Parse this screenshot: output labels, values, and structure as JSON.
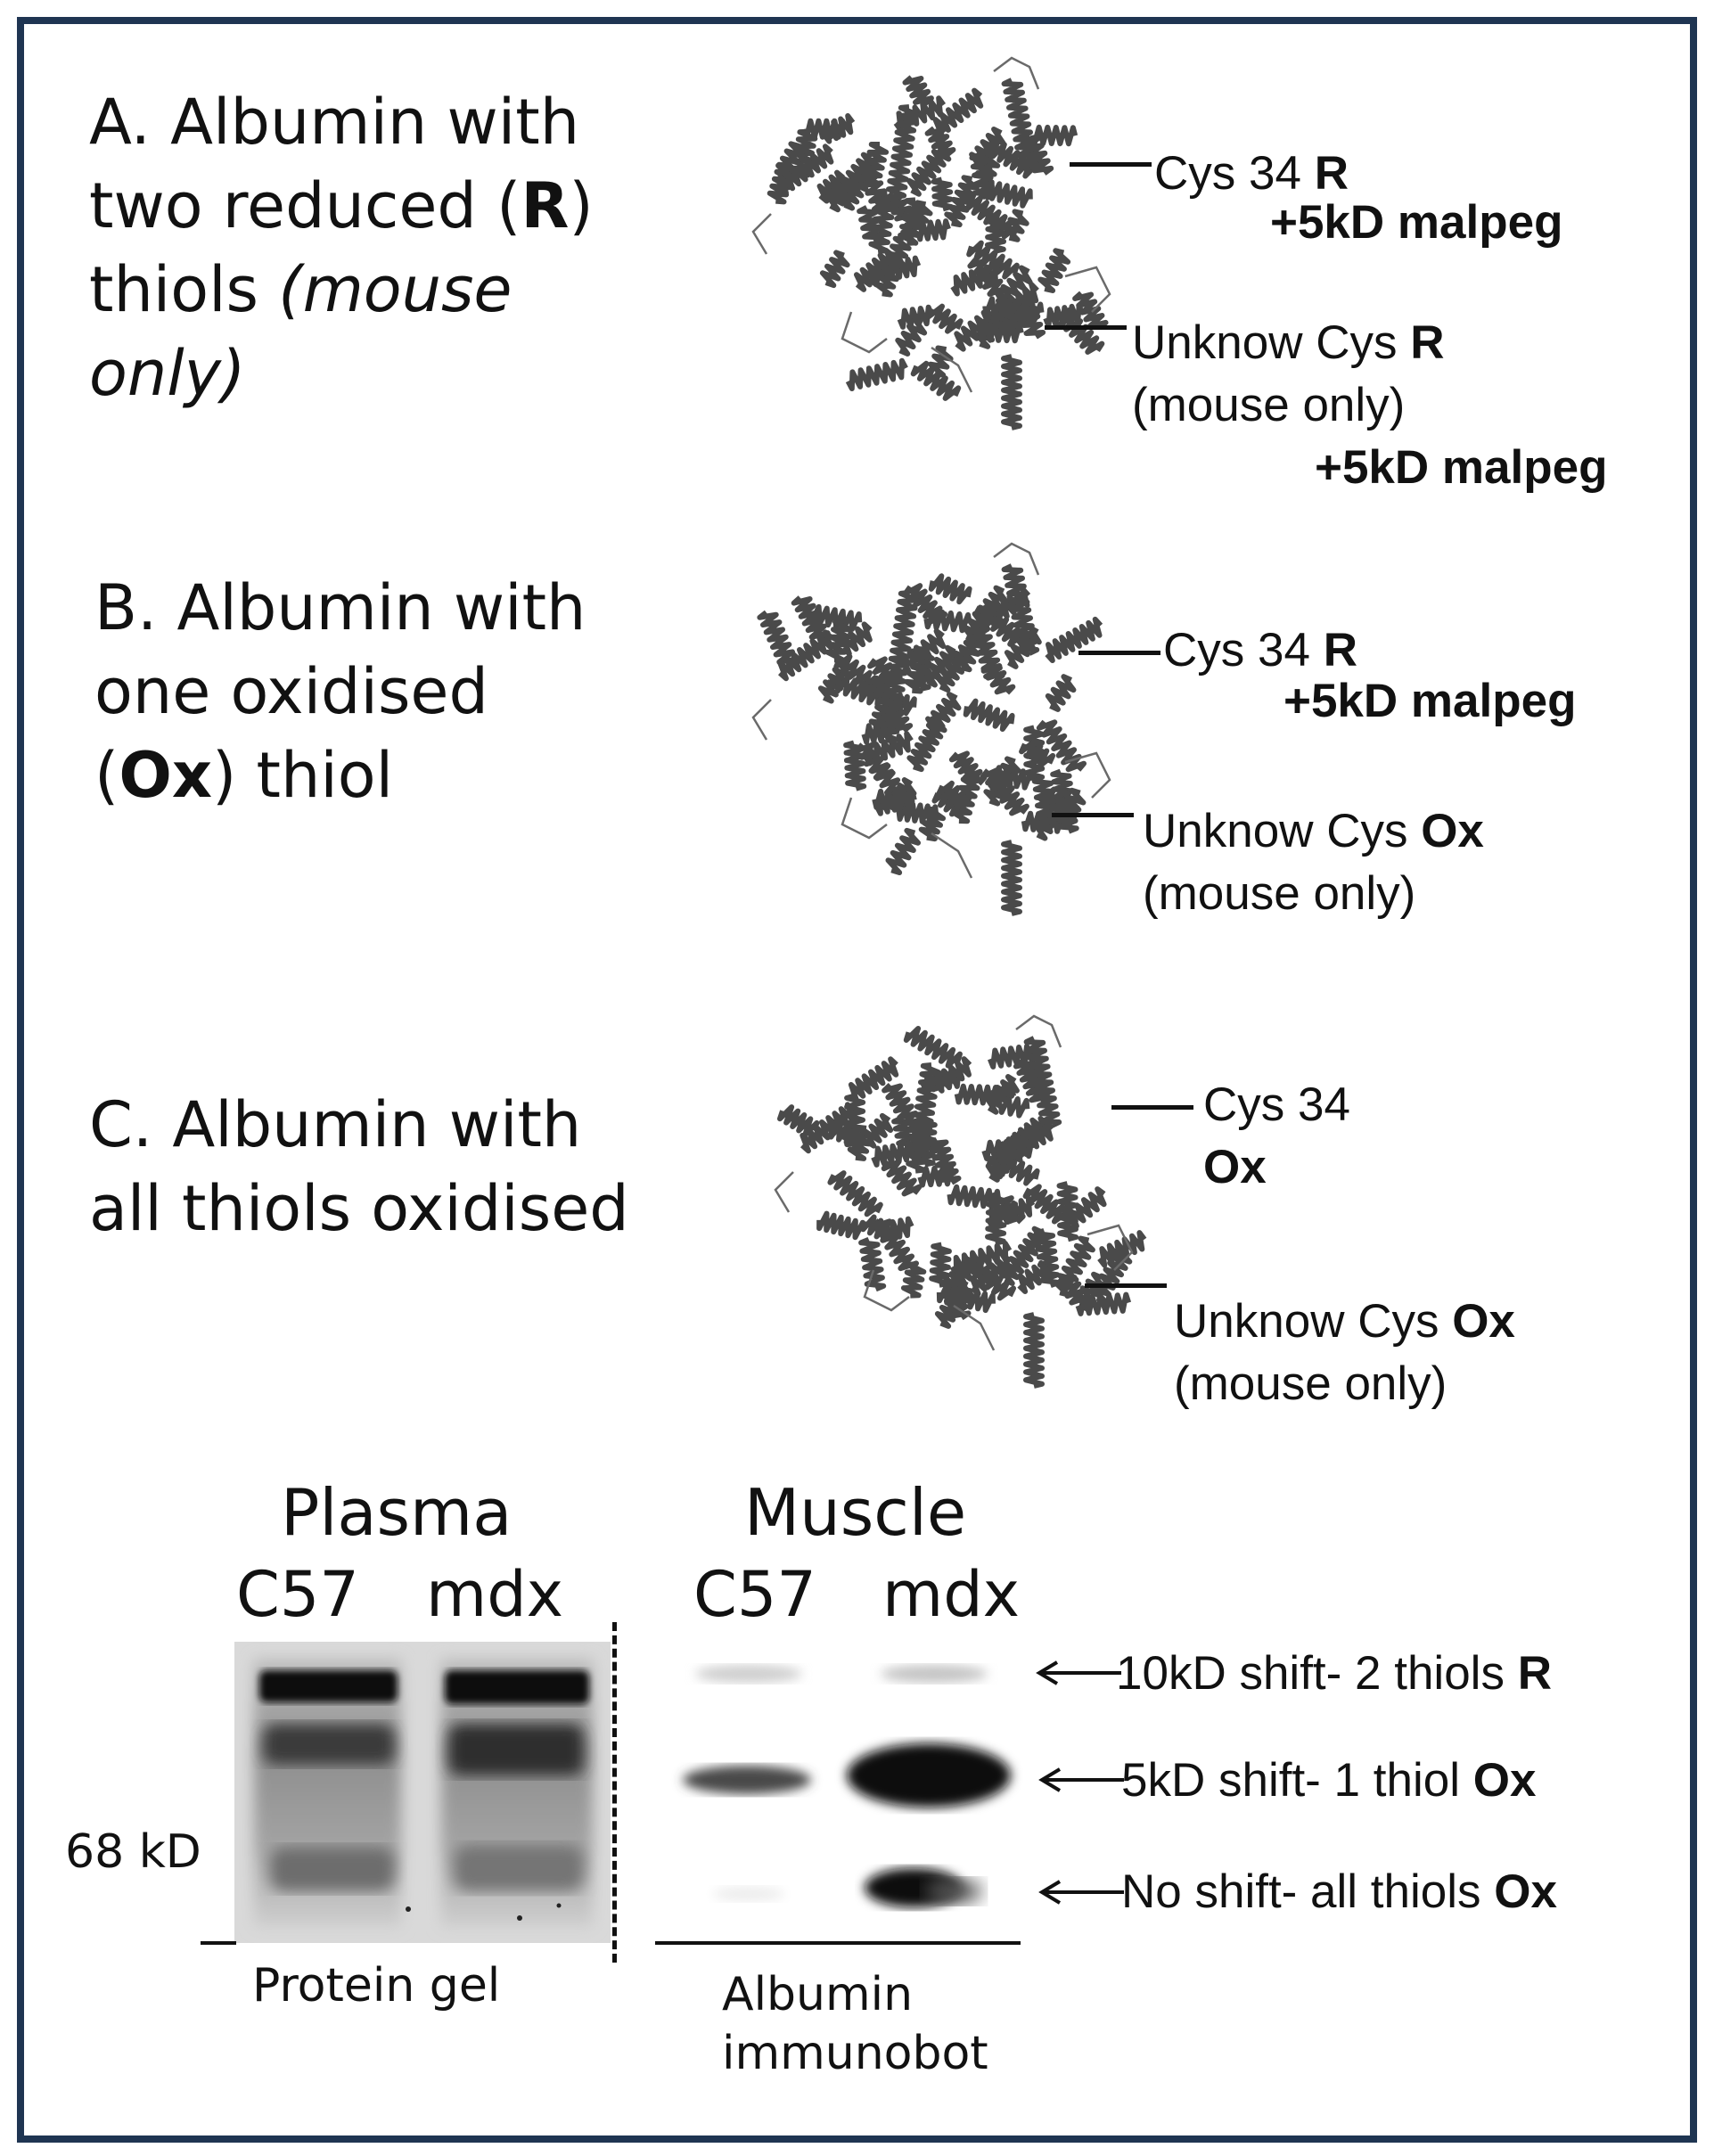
{
  "panel_a": {
    "title_pre": "A. Albumin with",
    "title_line2_pre": "two reduced (",
    "title_line2_bold": "R",
    "title_line2_post": ")",
    "title_line3_pre": "thiols ",
    "title_line3_italic": "(mouse",
    "title_line4_italic": "only)",
    "cys34_text": "Cys 34 ",
    "cys34_state": "R",
    "cys34_add": "+5kD malpeg",
    "unknown_text": "Unknow Cys ",
    "unknown_state": "R",
    "unknown_note": "(mouse only)",
    "unknown_add": "+5kD malpeg"
  },
  "panel_b": {
    "title_line1": "B. Albumin with",
    "title_line2": "one oxidised",
    "title_line3_pre": "(",
    "title_line3_bold": "Ox",
    "title_line3_post": ") thiol",
    "cys34_text": "Cys 34 ",
    "cys34_state": "R",
    "cys34_add": "+5kD malpeg",
    "unknown_text": "Unknow Cys ",
    "unknown_state": "Ox",
    "unknown_note": "(mouse only)"
  },
  "panel_c": {
    "title_line1": "C. Albumin with",
    "title_line2": "all thiols oxidised",
    "cys34_text": "Cys 34",
    "cys34_state": "Ox",
    "unknown_text": "Unknow Cys ",
    "unknown_state": "Ox",
    "unknown_note": "(mouse only)"
  },
  "gels": {
    "plasma_title": "Plasma",
    "muscle_title": "Muscle",
    "lane_c57": "C57",
    "lane_mdx": "mdx",
    "marker_label": "68 kD",
    "protein_gel_caption": "Protein gel",
    "immunoblot_caption_line1": "Albumin",
    "immunoblot_caption_line2": "immunobot",
    "band_10kd_pre": "10kD shift- 2 thiols ",
    "band_10kd_state": "R",
    "band_5kd_pre": "5kD shift- 1 thiol ",
    "band_5kd_state": "Ox",
    "band_none_pre": "No shift- all thiols ",
    "band_none_state": "Ox"
  },
  "colors": {
    "frame": "#1f3552",
    "protein": "#4a4a4a",
    "gel_bg": "#d6d6d6",
    "band_dark": "#111111"
  }
}
